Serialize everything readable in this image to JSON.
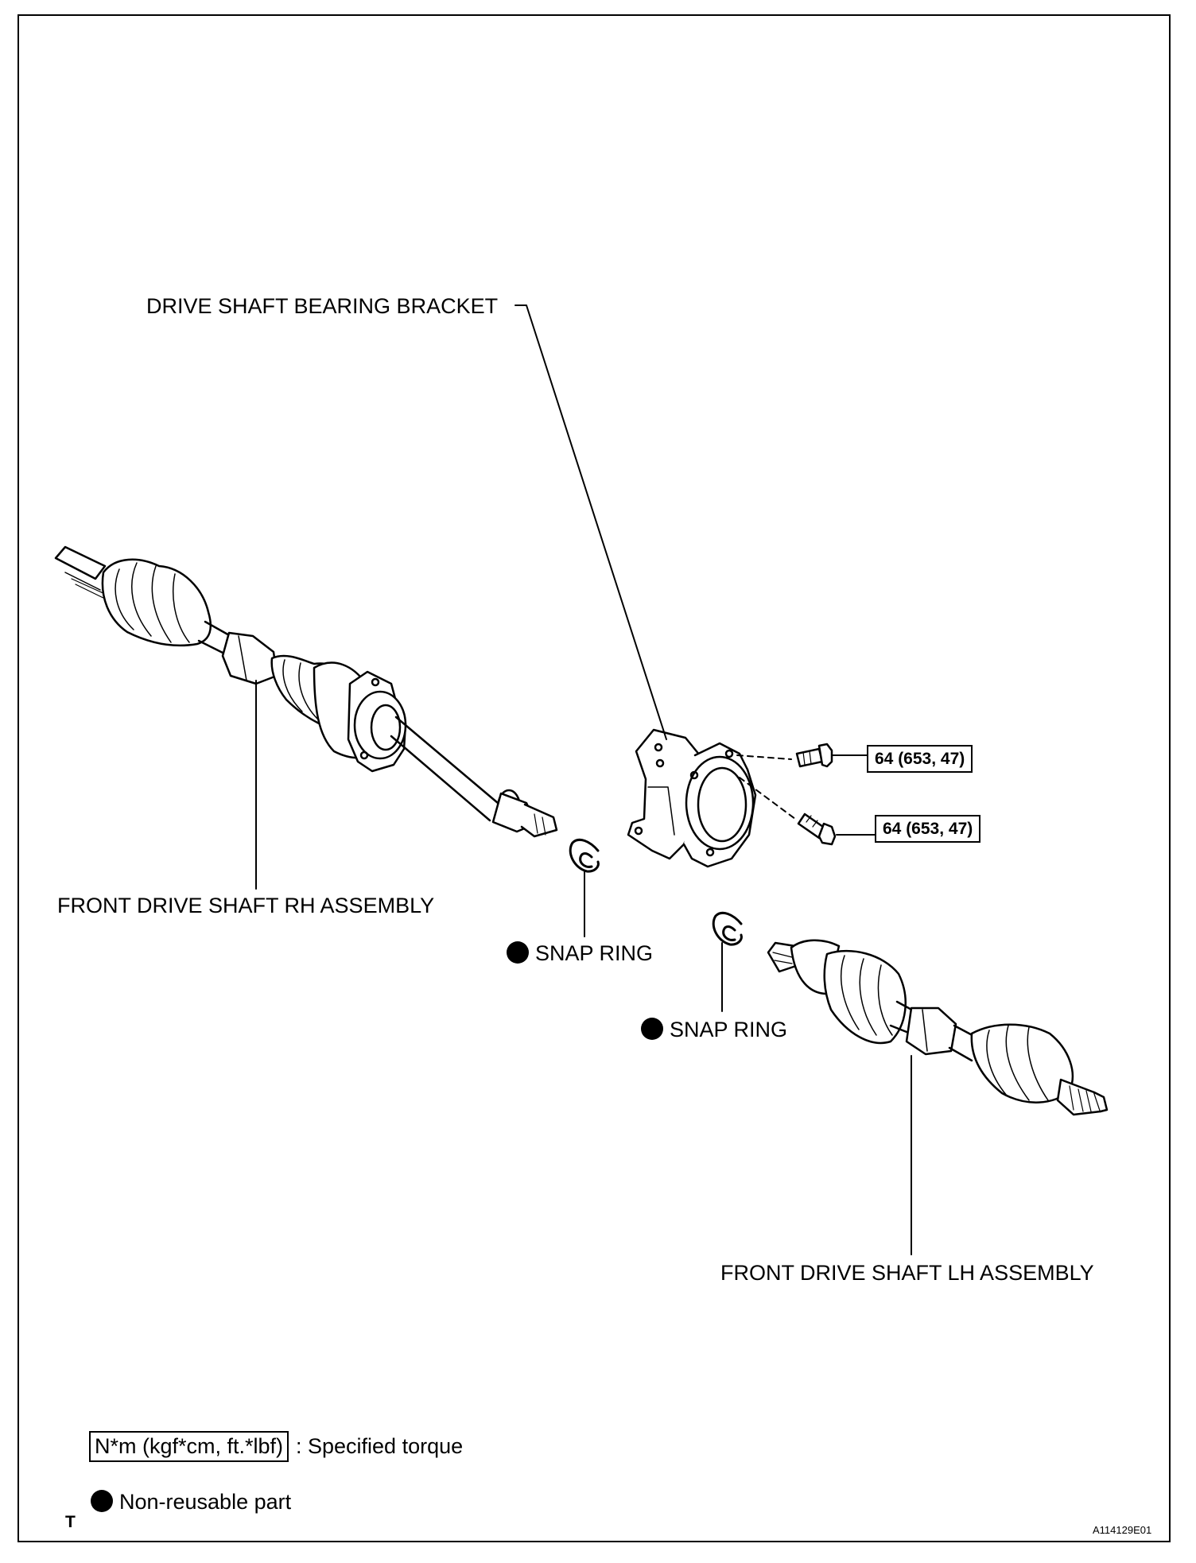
{
  "labels": {
    "bracket": "DRIVE SHAFT BEARING BRACKET",
    "rh_assembly": "FRONT DRIVE SHAFT RH ASSEMBLY",
    "lh_assembly": "FRONT DRIVE SHAFT LH ASSEMBLY",
    "snap_ring_1": "SNAP RING",
    "snap_ring_2": "SNAP RING",
    "torque_1": "64 (653, 47)",
    "torque_2": "64 (653, 47)"
  },
  "legend": {
    "torque_unit": "N*m (kgf*cm, ft.*lbf)",
    "torque_desc": ": Specified torque",
    "non_reusable": "Non-reusable part"
  },
  "corner_mark": "T",
  "figure_id": "A114129E01",
  "icons": {
    "non_reusable_marker": "filled-circle"
  }
}
